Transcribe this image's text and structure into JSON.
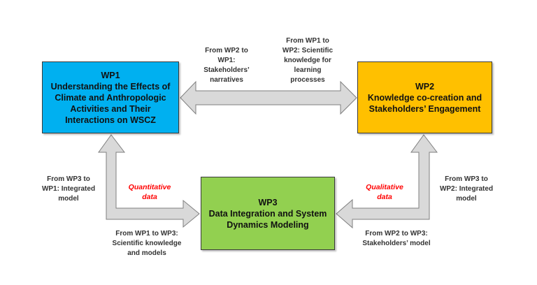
{
  "diagram": {
    "nodes": [
      {
        "id": "wp1",
        "title": "WP1",
        "subtitle": "Understanding the Effects of\nClimate and Anthropologic\nActivities and Their\nInteractions on WSCZ",
        "color": "#00b0f0"
      },
      {
        "id": "wp2",
        "title": "WP2",
        "subtitle": "Knowledge co-creation and\nStakeholders’ Engagement",
        "color": "#ffc000"
      },
      {
        "id": "wp3",
        "title": "WP3",
        "subtitle": "Data Integration and System\nDynamics Modeling",
        "color": "#92d050"
      }
    ],
    "edges": [
      {
        "id": "wp2-to-wp1",
        "from": "WP2",
        "to": "WP1",
        "label": "From WP2 to\nWP1:\nStakeholders’\nnarratives"
      },
      {
        "id": "wp1-to-wp2",
        "from": "WP1",
        "to": "WP2",
        "label": "From WP1 to\nWP2: Scientific\nknowledge for\nlearning\nprocesses"
      },
      {
        "id": "wp3-to-wp1",
        "from": "WP3",
        "to": "WP1",
        "label": "From WP3 to\nWP1: Integrated\nmodel"
      },
      {
        "id": "wp1-to-wp3",
        "from": "WP1",
        "to": "WP3",
        "label": "From WP1 to WP3:\nScientific knowledge\nand models"
      },
      {
        "id": "wp3-to-wp2",
        "from": "WP3",
        "to": "WP2",
        "label": "From WP3 to\nWP2: Integrated\nmodel"
      },
      {
        "id": "wp2-to-wp3",
        "from": "WP2",
        "to": "WP3",
        "label": "From WP2 to WP3:\nStakeholders’ model"
      }
    ],
    "annotations": {
      "quantitative": "Quantitative\ndata",
      "qualitative": "Qualitative\ndata"
    },
    "colors": {
      "arrow_fill": "#d9d9d9",
      "arrow_stroke": "#7f7f7f",
      "annotation": "#ff0000"
    }
  }
}
